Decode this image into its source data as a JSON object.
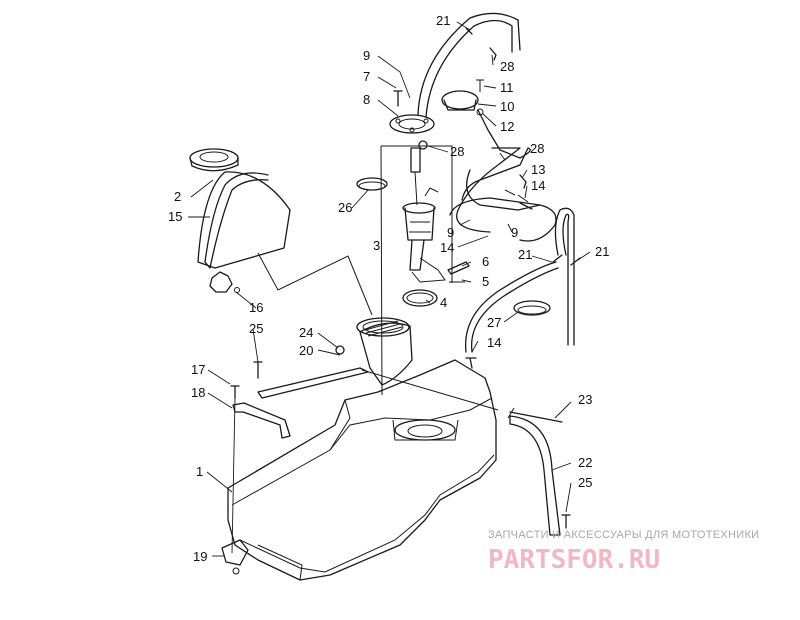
{
  "callouts": [
    {
      "id": "21",
      "label": "21"
    },
    {
      "id": "28",
      "label": "28"
    },
    {
      "id": "9",
      "label": "9"
    },
    {
      "id": "7",
      "label": "7"
    },
    {
      "id": "8",
      "label": "8"
    },
    {
      "id": "11",
      "label": "11"
    },
    {
      "id": "10",
      "label": "10"
    },
    {
      "id": "12",
      "label": "12"
    },
    {
      "id": "13",
      "label": "13"
    },
    {
      "id": "14",
      "label": "14"
    },
    {
      "id": "2",
      "label": "2"
    },
    {
      "id": "15",
      "label": "15"
    },
    {
      "id": "26",
      "label": "26"
    },
    {
      "id": "3",
      "label": "3"
    },
    {
      "id": "6",
      "label": "6"
    },
    {
      "id": "5",
      "label": "5"
    },
    {
      "id": "4",
      "label": "4"
    },
    {
      "id": "16",
      "label": "16"
    },
    {
      "id": "25",
      "label": "25"
    },
    {
      "id": "24",
      "label": "24"
    },
    {
      "id": "20",
      "label": "20"
    },
    {
      "id": "27",
      "label": "27"
    },
    {
      "id": "17",
      "label": "17"
    },
    {
      "id": "18",
      "label": "18"
    },
    {
      "id": "23",
      "label": "23"
    },
    {
      "id": "22",
      "label": "22"
    },
    {
      "id": "1",
      "label": "1"
    },
    {
      "id": "19",
      "label": "19"
    }
  ],
  "watermark": {
    "tagline": "ЗАПЧАСТИ И АКСЕССУАРЫ ДЛЯ МОТОТЕХНИКИ",
    "brand": "PARTSFOR.RU",
    "brand_color": "#f1b8c4"
  }
}
